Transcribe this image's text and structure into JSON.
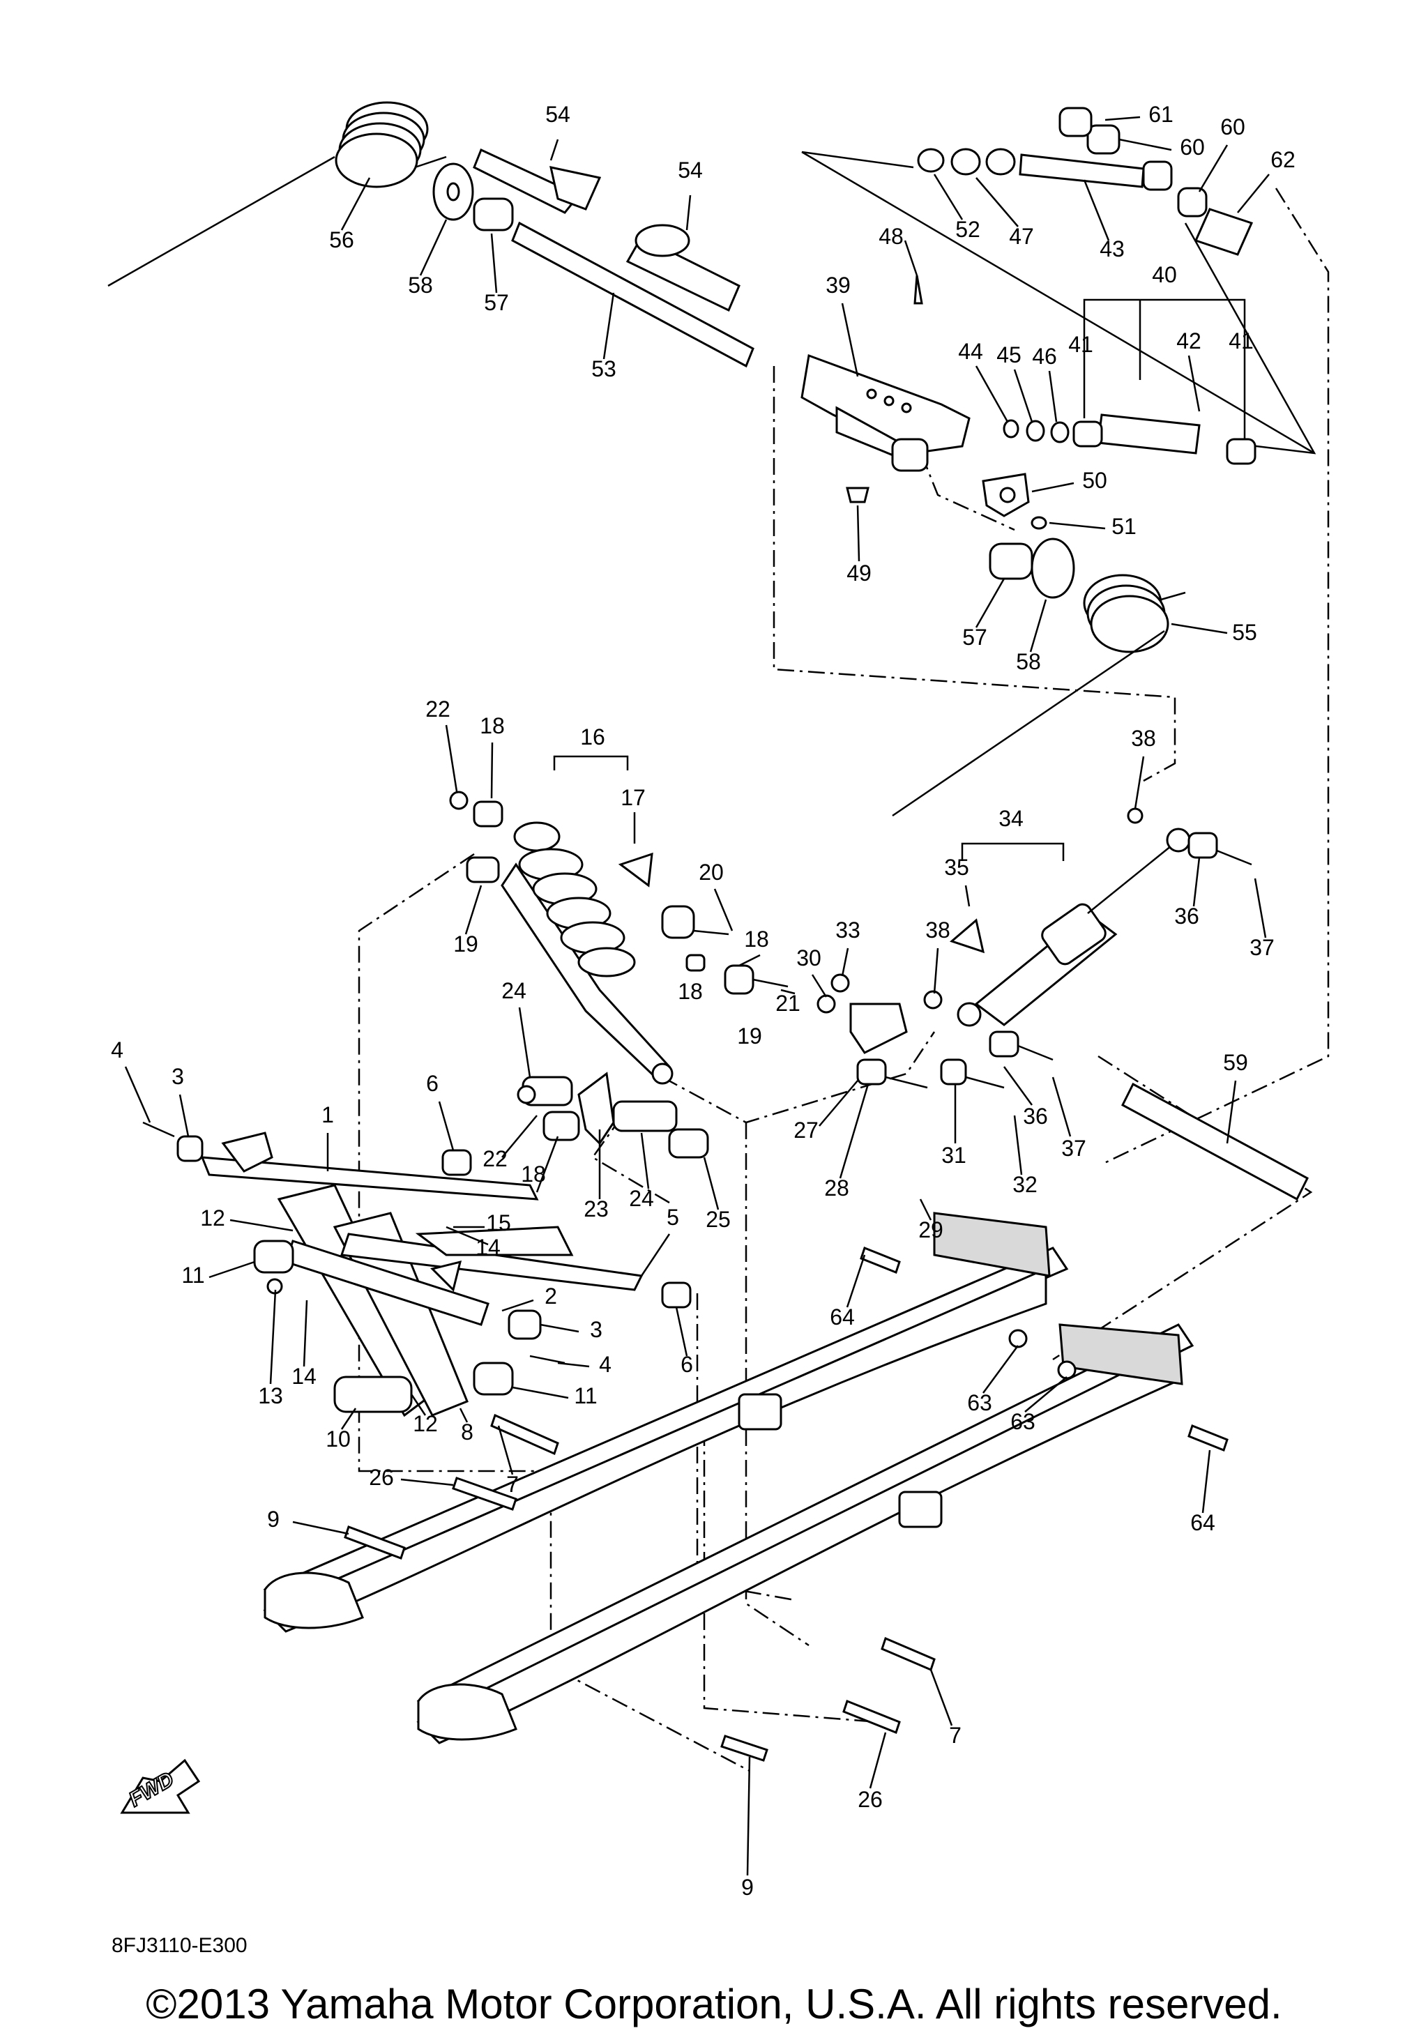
{
  "diagram_code": "8FJ3110-E300",
  "copyright": "©2013 Yamaha Motor Corporation, U.S.A. All rights reserved.",
  "fwd_label": "FWD",
  "callouts": [
    {
      "id": "c54a",
      "text": "54"
    },
    {
      "id": "c56",
      "text": "56"
    },
    {
      "id": "c58a",
      "text": "58"
    },
    {
      "id": "c57a",
      "text": "57"
    },
    {
      "id": "c53",
      "text": "53"
    },
    {
      "id": "c54b",
      "text": "54"
    },
    {
      "id": "c61",
      "text": "61"
    },
    {
      "id": "c60a",
      "text": "60"
    },
    {
      "id": "c60b",
      "text": "60"
    },
    {
      "id": "c62",
      "text": "62"
    },
    {
      "id": "c52",
      "text": "52"
    },
    {
      "id": "c47",
      "text": "47"
    },
    {
      "id": "c43",
      "text": "43"
    },
    {
      "id": "c48",
      "text": "48"
    },
    {
      "id": "c39",
      "text": "39"
    },
    {
      "id": "c40",
      "text": "40"
    },
    {
      "id": "c44",
      "text": "44"
    },
    {
      "id": "c45",
      "text": "45"
    },
    {
      "id": "c46",
      "text": "46"
    },
    {
      "id": "c41a",
      "text": "41"
    },
    {
      "id": "c42",
      "text": "42"
    },
    {
      "id": "c41b",
      "text": "41"
    },
    {
      "id": "c50",
      "text": "50"
    },
    {
      "id": "c51",
      "text": "51"
    },
    {
      "id": "c49",
      "text": "49"
    },
    {
      "id": "c57b",
      "text": "57"
    },
    {
      "id": "c58b",
      "text": "58"
    },
    {
      "id": "c55",
      "text": "55"
    },
    {
      "id": "c22a",
      "text": "22"
    },
    {
      "id": "c18a",
      "text": "18"
    },
    {
      "id": "c16",
      "text": "16"
    },
    {
      "id": "c17",
      "text": "17"
    },
    {
      "id": "c38a",
      "text": "38"
    },
    {
      "id": "c34",
      "text": "34"
    },
    {
      "id": "c35",
      "text": "35"
    },
    {
      "id": "c36a",
      "text": "36"
    },
    {
      "id": "c37a",
      "text": "37"
    },
    {
      "id": "c19a",
      "text": "19"
    },
    {
      "id": "c20",
      "text": "20"
    },
    {
      "id": "c33",
      "text": "33"
    },
    {
      "id": "c38b",
      "text": "38"
    },
    {
      "id": "c18b",
      "text": "18"
    },
    {
      "id": "c30",
      "text": "30"
    },
    {
      "id": "c18c",
      "text": "18"
    },
    {
      "id": "c21",
      "text": "21"
    },
    {
      "id": "c19b",
      "text": "19"
    },
    {
      "id": "c24a",
      "text": "24"
    },
    {
      "id": "c59",
      "text": "59"
    },
    {
      "id": "c4a",
      "text": "4"
    },
    {
      "id": "c3a",
      "text": "3"
    },
    {
      "id": "c6a",
      "text": "6"
    },
    {
      "id": "c22b",
      "text": "22"
    },
    {
      "id": "c18d",
      "text": "18"
    },
    {
      "id": "c27",
      "text": "27"
    },
    {
      "id": "c31",
      "text": "31"
    },
    {
      "id": "c36b",
      "text": "36"
    },
    {
      "id": "c37b",
      "text": "37"
    },
    {
      "id": "c1",
      "text": "1"
    },
    {
      "id": "c28",
      "text": "28"
    },
    {
      "id": "c29",
      "text": "29"
    },
    {
      "id": "c32",
      "text": "32"
    },
    {
      "id": "c23",
      "text": "23"
    },
    {
      "id": "c24b",
      "text": "24"
    },
    {
      "id": "c25",
      "text": "25"
    },
    {
      "id": "c12a",
      "text": "12"
    },
    {
      "id": "c15",
      "text": "15"
    },
    {
      "id": "c14a",
      "text": "14"
    },
    {
      "id": "c5",
      "text": "5"
    },
    {
      "id": "c11a",
      "text": "11"
    },
    {
      "id": "c2",
      "text": "2"
    },
    {
      "id": "c64a",
      "text": "64"
    },
    {
      "id": "c3b",
      "text": "3"
    },
    {
      "id": "c13",
      "text": "13"
    },
    {
      "id": "c14b",
      "text": "14"
    },
    {
      "id": "c4b",
      "text": "4"
    },
    {
      "id": "c6b",
      "text": "6"
    },
    {
      "id": "c11b",
      "text": "11"
    },
    {
      "id": "c63a",
      "text": "63"
    },
    {
      "id": "c63b",
      "text": "63"
    },
    {
      "id": "c10",
      "text": "10"
    },
    {
      "id": "c12b",
      "text": "12"
    },
    {
      "id": "c8",
      "text": "8"
    },
    {
      "id": "c7a",
      "text": "7"
    },
    {
      "id": "c64b",
      "text": "64"
    },
    {
      "id": "c26a",
      "text": "26"
    },
    {
      "id": "c9a",
      "text": "9"
    },
    {
      "id": "c7b",
      "text": "7"
    },
    {
      "id": "c26b",
      "text": "26"
    },
    {
      "id": "c9b",
      "text": "9"
    }
  ]
}
